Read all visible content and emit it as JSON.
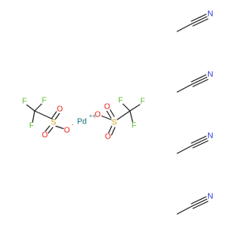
{
  "molecule": {
    "triflate_left": {
      "f_top1": "F",
      "f_top2": "F",
      "f_side": "F",
      "s": "S",
      "o_top": "O",
      "o_bottom": "O",
      "o_minus": "O",
      "minus": "-"
    },
    "palladium": {
      "pd": "Pd",
      "charge": "++"
    },
    "triflate_right": {
      "o_minus": "O",
      "minus": "-",
      "s": "S",
      "o_top": "O",
      "o_bottom": "O",
      "f_top1": "F",
      "f_top2": "F",
      "f_side": "F"
    },
    "acetonitrile_1": {
      "n": "N"
    },
    "acetonitrile_2": {
      "n": "N"
    },
    "acetonitrile_3": {
      "n": "N"
    },
    "acetonitrile_4": {
      "n": "N"
    },
    "colors": {
      "bond": "#1f1f1f",
      "fluorine": "#5dbb3a",
      "sulfur": "#c8a21a",
      "oxygen": "#e8231d",
      "nitrogen": "#2a33d9",
      "palladium": "#0a6a7a"
    }
  }
}
